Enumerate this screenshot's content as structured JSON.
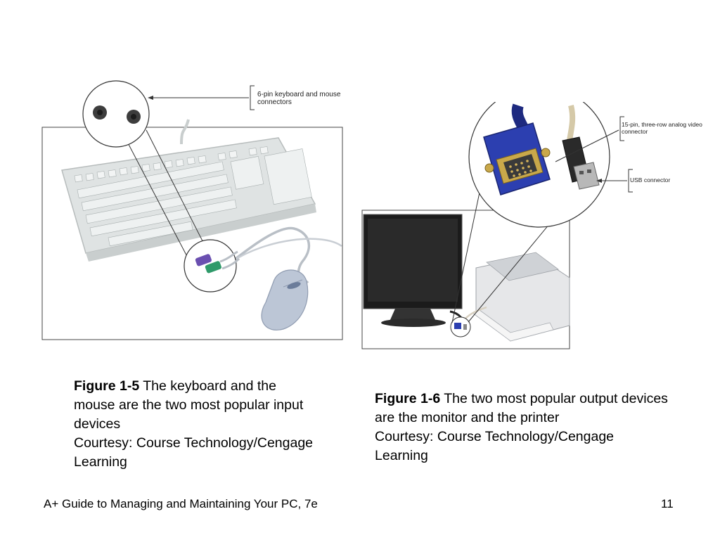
{
  "figure_1_5": {
    "callout": "6-pin keyboard and mouse connectors",
    "caption_label": "Figure 1-5",
    "caption_text": " The keyboard and the mouse are the two most popular input devices",
    "courtesy": "Courtesy: Course Technology/Cengage Learning"
  },
  "figure_1_6": {
    "callout_vga": "15-pin, three-row analog video connector",
    "callout_usb": "USB connector",
    "caption_label": "Figure 1-6",
    "caption_text": " The two most popular output devices are the monitor and the printer",
    "courtesy": "Courtesy: Course Technology/Cengage Learning"
  },
  "footer": {
    "title": "A+ Guide to Managing and Maintaining Your PC, 7e",
    "slide_number": "11"
  },
  "colors": {
    "keyboard": "#dfe3e3",
    "vga_blue": "#2c3fb0",
    "connector_purple": "#6a4fb0",
    "connector_green": "#2f9a6a"
  }
}
